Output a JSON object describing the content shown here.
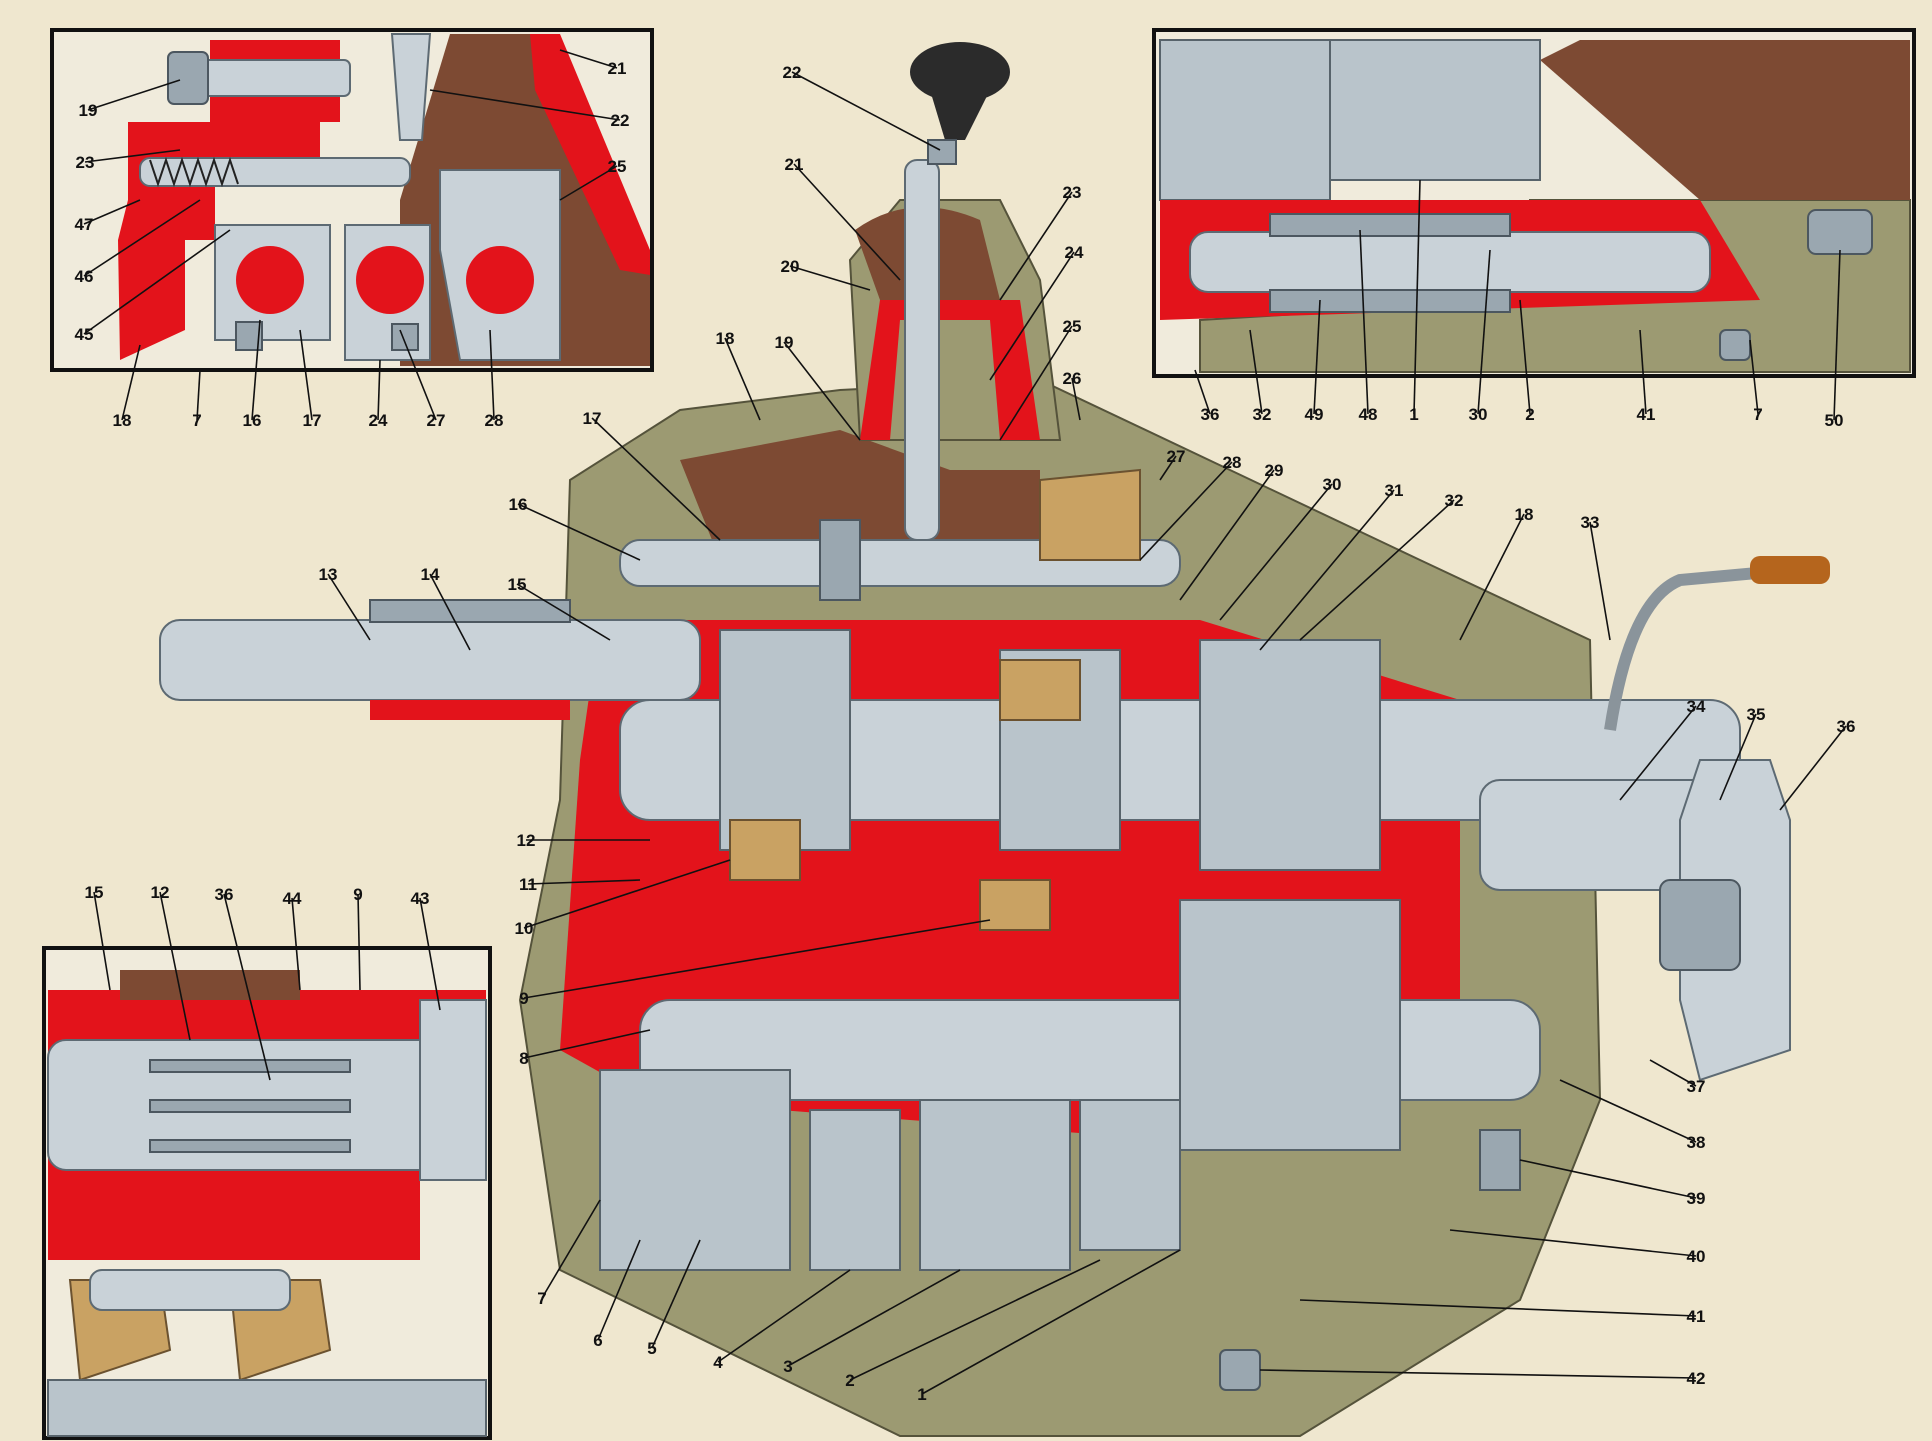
{
  "callouts": [
    {
      "id": "ul-19",
      "text": "19"
    },
    {
      "id": "ul-21",
      "text": "21"
    },
    {
      "id": "ul-22",
      "text": "22"
    },
    {
      "id": "ul-23",
      "text": "23"
    },
    {
      "id": "ul-25",
      "text": "25"
    },
    {
      "id": "ul-47",
      "text": "47"
    },
    {
      "id": "ul-46",
      "text": "46"
    },
    {
      "id": "ul-45",
      "text": "45"
    },
    {
      "id": "ul-18",
      "text": "18"
    },
    {
      "id": "ul-7",
      "text": "7"
    },
    {
      "id": "ul-16",
      "text": "16"
    },
    {
      "id": "ul-17",
      "text": "17"
    },
    {
      "id": "ul-24",
      "text": "24"
    },
    {
      "id": "ul-27",
      "text": "27"
    },
    {
      "id": "ul-28",
      "text": "28"
    },
    {
      "id": "ur-36",
      "text": "36"
    },
    {
      "id": "ur-32",
      "text": "32"
    },
    {
      "id": "ur-49",
      "text": "49"
    },
    {
      "id": "ur-48",
      "text": "48"
    },
    {
      "id": "ur-1",
      "text": "1"
    },
    {
      "id": "ur-30",
      "text": "30"
    },
    {
      "id": "ur-2",
      "text": "2"
    },
    {
      "id": "ur-41",
      "text": "41"
    },
    {
      "id": "ur-7",
      "text": "7"
    },
    {
      "id": "ur-50",
      "text": "50"
    },
    {
      "id": "m-22",
      "text": "22"
    },
    {
      "id": "m-21",
      "text": "21"
    },
    {
      "id": "m-20",
      "text": "20"
    },
    {
      "id": "m-23",
      "text": "23"
    },
    {
      "id": "m-24",
      "text": "24"
    },
    {
      "id": "m-25",
      "text": "25"
    },
    {
      "id": "m-26",
      "text": "26"
    },
    {
      "id": "m-18",
      "text": "18"
    },
    {
      "id": "m-19",
      "text": "19"
    },
    {
      "id": "m-17",
      "text": "17"
    },
    {
      "id": "m-16",
      "text": "16"
    },
    {
      "id": "m-13",
      "text": "13"
    },
    {
      "id": "m-14",
      "text": "14"
    },
    {
      "id": "m-15",
      "text": "15"
    },
    {
      "id": "m-27",
      "text": "27"
    },
    {
      "id": "m-28",
      "text": "28"
    },
    {
      "id": "m-29",
      "text": "29"
    },
    {
      "id": "m-30",
      "text": "30"
    },
    {
      "id": "m-31",
      "text": "31"
    },
    {
      "id": "m-32",
      "text": "32"
    },
    {
      "id": "m-18b",
      "text": "18"
    },
    {
      "id": "m-33",
      "text": "33"
    },
    {
      "id": "m-34",
      "text": "34"
    },
    {
      "id": "m-35",
      "text": "35"
    },
    {
      "id": "m-36",
      "text": "36"
    },
    {
      "id": "m-12",
      "text": "12"
    },
    {
      "id": "m-11",
      "text": "11"
    },
    {
      "id": "m-10",
      "text": "10"
    },
    {
      "id": "m-9",
      "text": "9"
    },
    {
      "id": "m-8",
      "text": "8"
    },
    {
      "id": "m-37",
      "text": "37"
    },
    {
      "id": "m-38",
      "text": "38"
    },
    {
      "id": "m-39",
      "text": "39"
    },
    {
      "id": "m-40",
      "text": "40"
    },
    {
      "id": "m-41",
      "text": "41"
    },
    {
      "id": "m-42",
      "text": "42"
    },
    {
      "id": "m-7",
      "text": "7"
    },
    {
      "id": "m-6",
      "text": "6"
    },
    {
      "id": "m-5",
      "text": "5"
    },
    {
      "id": "m-4",
      "text": "4"
    },
    {
      "id": "m-3",
      "text": "3"
    },
    {
      "id": "m-2",
      "text": "2"
    },
    {
      "id": "m-1",
      "text": "1"
    },
    {
      "id": "ll-15",
      "text": "15"
    },
    {
      "id": "ll-12",
      "text": "12"
    },
    {
      "id": "ll-36",
      "text": "36"
    },
    {
      "id": "ll-44",
      "text": "44"
    },
    {
      "id": "ll-9",
      "text": "9"
    },
    {
      "id": "ll-43",
      "text": "43"
    }
  ]
}
